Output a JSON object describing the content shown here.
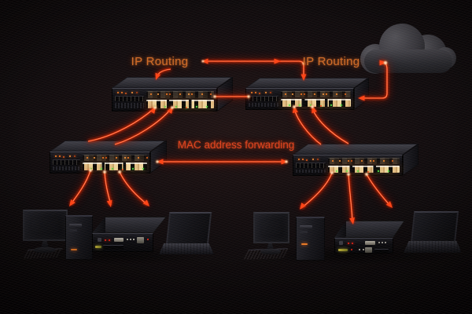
{
  "labels": {
    "ip_routing_left": "IP Routing",
    "ip_routing_right": "IP Routing",
    "mac_forwarding": "MAC address forwarding"
  },
  "colors": {
    "bg_center": "#1a1214",
    "bg_edge": "#080506",
    "arrow_core": "#ff4416",
    "arrow_glow": "#c42304",
    "arrow_ambient": "#8e1600",
    "arrow_hot": "#ffe0ba",
    "ip_label": "#cf6b26",
    "mac_label": "#de421d",
    "cloud_light": "#57565c",
    "cloud_dark": "#232327",
    "chassis_top": "#34343b",
    "chassis_front": "#0e0e12",
    "port_amber": "#e7c289",
    "led_green": "#54e34a",
    "led_orange": "#ff8526",
    "led_red": "#ff2617"
  },
  "nodes": [
    {
      "id": "internet-cloud",
      "kind": "cloud"
    },
    {
      "id": "router-left",
      "kind": "router",
      "label": "IP Routing"
    },
    {
      "id": "router-right",
      "kind": "router",
      "label": "IP Routing"
    },
    {
      "id": "switch-left",
      "kind": "switch"
    },
    {
      "id": "switch-right",
      "kind": "switch"
    },
    {
      "id": "desktop-left",
      "kind": "desktop-pc-with-monitor-and-keyboard"
    },
    {
      "id": "server-left",
      "kind": "rack-server"
    },
    {
      "id": "laptop-left",
      "kind": "laptop"
    },
    {
      "id": "desktop-right",
      "kind": "desktop-pc-with-monitor-and-keyboard"
    },
    {
      "id": "server-right",
      "kind": "rack-server"
    },
    {
      "id": "laptop-right",
      "kind": "laptop"
    }
  ],
  "edges": [
    {
      "from": "router-left",
      "to": "router-right",
      "label": "IP Routing",
      "bidirectional": true
    },
    {
      "from": "router-right",
      "to": "internet-cloud",
      "bidirectional": true
    },
    {
      "from": "router-left",
      "to": "router-right",
      "type": "direct-cable"
    },
    {
      "from": "switch-left",
      "to": "switch-right",
      "label": "MAC address forwarding",
      "bidirectional": true
    },
    {
      "from": "switch-left",
      "to": "router-left",
      "count": 2
    },
    {
      "from": "switch-right",
      "to": "router-right",
      "count": 2
    },
    {
      "from": "switch-left",
      "to": "desktop-left"
    },
    {
      "from": "switch-left",
      "to": "server-left"
    },
    {
      "from": "switch-left",
      "to": "laptop-left"
    },
    {
      "from": "switch-right",
      "to": "desktop-right"
    },
    {
      "from": "switch-right",
      "to": "server-right"
    },
    {
      "from": "switch-right",
      "to": "laptop-right"
    }
  ]
}
